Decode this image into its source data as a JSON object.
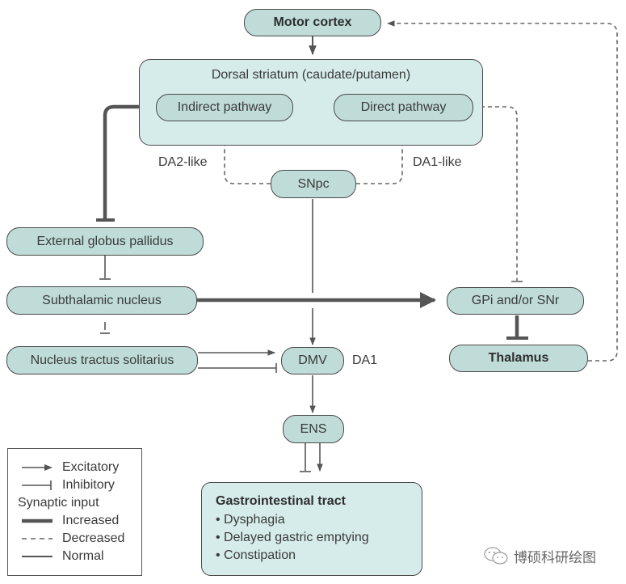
{
  "diagram": {
    "nodes": {
      "motor_cortex": "Motor cortex",
      "dorsal_striatum": "Dorsal striatum (caudate/putamen)",
      "indirect_pathway": "Indirect pathway",
      "direct_pathway": "Direct pathway",
      "snpc": "SNpc",
      "external_globus_pallidus": "External globus pallidus",
      "subthalamic_nucleus": "Subthalamic nucleus",
      "nucleus_tractus_solitarius": "Nucleus tractus solitarius",
      "dmv": "DMV",
      "ens": "ENS",
      "gpi_snr": "GPi and/or SNr",
      "thalamus": "Thalamus"
    },
    "labels": {
      "da2_like": "DA2-like",
      "da1_like": "DA1-like",
      "da1": "DA1"
    },
    "gi_tract": {
      "title": "Gastrointestinal tract",
      "bullets": [
        "• Dysphagia",
        "• Delayed gastric emptying",
        "• Constipation"
      ]
    },
    "edges": [
      {
        "from": "Motor cortex",
        "to": "Dorsal striatum",
        "type": "excitatory",
        "input": "normal"
      },
      {
        "from": "Indirect pathway",
        "to": "External globus pallidus",
        "type": "inhibitory",
        "input": "increased"
      },
      {
        "from": "SNpc",
        "to": "Indirect pathway",
        "type": "inhibitory",
        "input": "decreased",
        "receptor": "DA2-like"
      },
      {
        "from": "SNpc",
        "to": "Direct pathway",
        "type": "excitatory",
        "input": "decreased",
        "receptor": "DA1-like"
      },
      {
        "from": "Direct pathway",
        "to": "GPi and/or SNr",
        "type": "inhibitory",
        "input": "decreased"
      },
      {
        "from": "External globus pallidus",
        "to": "Subthalamic nucleus",
        "type": "inhibitory",
        "input": "normal"
      },
      {
        "from": "Subthalamic nucleus",
        "to": "GPi and/or SNr",
        "type": "excitatory",
        "input": "increased"
      },
      {
        "from": "Subthalamic nucleus",
        "to": "Nucleus tractus solitarius",
        "type": "inhibitory",
        "input": "normal"
      },
      {
        "from": "Nucleus tractus solitarius",
        "to": "DMV",
        "type": "excitatory",
        "input": "normal"
      },
      {
        "from": "Nucleus tractus solitarius",
        "to": "DMV",
        "type": "inhibitory",
        "input": "normal"
      },
      {
        "from": "SNpc",
        "to": "DMV",
        "type": "excitatory",
        "input": "normal",
        "receptor": "DA1"
      },
      {
        "from": "DMV",
        "to": "ENS",
        "type": "excitatory",
        "input": "normal"
      },
      {
        "from": "ENS",
        "to": "Gastrointestinal tract",
        "type": "inhibitory",
        "input": "normal"
      },
      {
        "from": "ENS",
        "to": "Gastrointestinal tract",
        "type": "excitatory",
        "input": "normal"
      },
      {
        "from": "GPi and/or SNr",
        "to": "Thalamus",
        "type": "inhibitory",
        "input": "increased"
      },
      {
        "from": "Thalamus",
        "to": "Motor cortex",
        "type": "excitatory",
        "input": "decreased"
      }
    ]
  },
  "legend": {
    "excitatory": "Excitatory",
    "inhibitory": "Inhibitory",
    "synaptic_input": "Synaptic input",
    "increased": "Increased",
    "decreased": "Decreased",
    "normal": "Normal"
  },
  "watermark": "博硕科研绘图",
  "colors": {
    "node_fill": "#bfdcd8",
    "container_fill": "#d6ecea",
    "line": "#555555"
  }
}
